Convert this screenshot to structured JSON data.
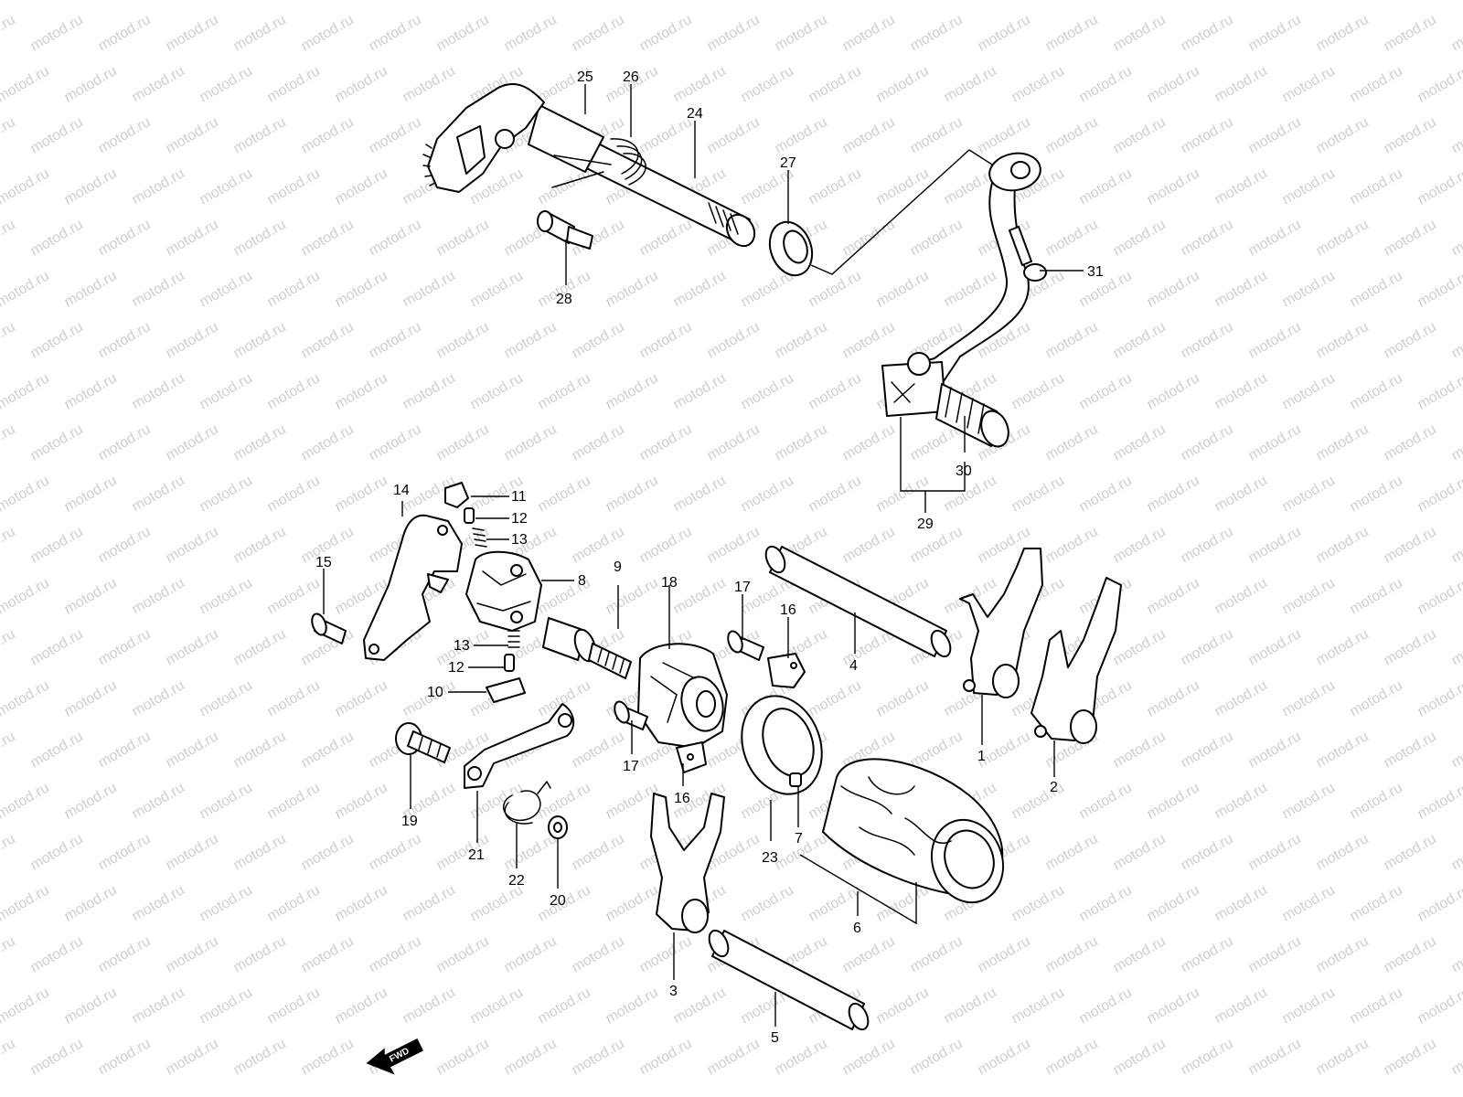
{
  "watermark": {
    "text": "motod.ru"
  },
  "fwd_label": "FWD",
  "callouts": [
    {
      "id": "c1",
      "text": "1"
    },
    {
      "id": "c2",
      "text": "2"
    },
    {
      "id": "c3",
      "text": "3"
    },
    {
      "id": "c4",
      "text": "4"
    },
    {
      "id": "c5",
      "text": "5"
    },
    {
      "id": "c6",
      "text": "6"
    },
    {
      "id": "c7",
      "text": "7"
    },
    {
      "id": "c8",
      "text": "8"
    },
    {
      "id": "c9",
      "text": "9"
    },
    {
      "id": "c10",
      "text": "10"
    },
    {
      "id": "c11",
      "text": "11"
    },
    {
      "id": "c12a",
      "text": "12"
    },
    {
      "id": "c12b",
      "text": "12"
    },
    {
      "id": "c13a",
      "text": "13"
    },
    {
      "id": "c13b",
      "text": "13"
    },
    {
      "id": "c14",
      "text": "14"
    },
    {
      "id": "c15",
      "text": "15"
    },
    {
      "id": "c16a",
      "text": "16"
    },
    {
      "id": "c16b",
      "text": "16"
    },
    {
      "id": "c17a",
      "text": "17"
    },
    {
      "id": "c17b",
      "text": "17"
    },
    {
      "id": "c18",
      "text": "18"
    },
    {
      "id": "c19",
      "text": "19"
    },
    {
      "id": "c20",
      "text": "20"
    },
    {
      "id": "c21",
      "text": "21"
    },
    {
      "id": "c22",
      "text": "22"
    },
    {
      "id": "c23",
      "text": "23"
    },
    {
      "id": "c24",
      "text": "24"
    },
    {
      "id": "c25",
      "text": "25"
    },
    {
      "id": "c26",
      "text": "26"
    },
    {
      "id": "c27",
      "text": "27"
    },
    {
      "id": "c28",
      "text": "28"
    },
    {
      "id": "c29",
      "text": "29"
    },
    {
      "id": "c30",
      "text": "30"
    },
    {
      "id": "c31",
      "text": "31"
    }
  ]
}
